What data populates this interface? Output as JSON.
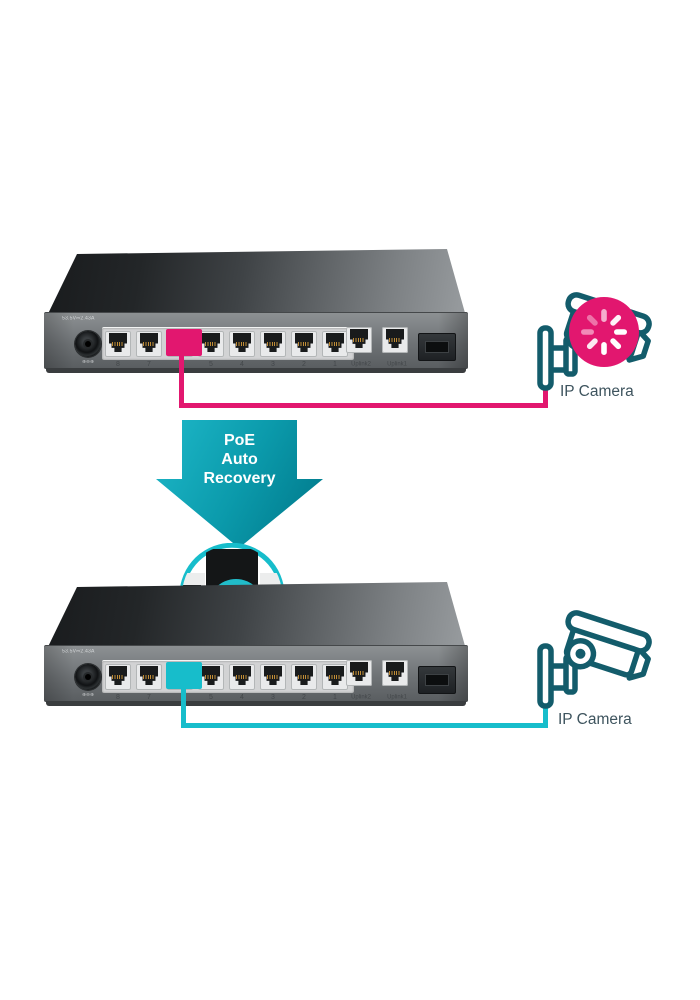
{
  "switch": {
    "power_label": "53.5V⎓2.43A",
    "polarity_marks": "⊕⊖⊕",
    "port_labels": [
      "8",
      "7",
      "",
      "5",
      "4",
      "3",
      "2",
      "1"
    ],
    "uplink_labels": [
      "Uplink2",
      "Uplink1"
    ]
  },
  "arrow": {
    "line1": "PoE",
    "line2": "Auto",
    "line3": "Recovery"
  },
  "cameras": {
    "top": {
      "label": "IP Camera",
      "status_icon": "loading-spinner"
    },
    "bottom": {
      "label": "IP Camera"
    }
  },
  "colors": {
    "magenta": "#e2176f",
    "cable-teal": "#17bdcb",
    "cam-outline": "#135c6b",
    "label-text": "#3e545e",
    "arrow-light": "#1cb5c6",
    "arrow-dark": "#00788a",
    "badge-teal": "#21bcc9"
  }
}
